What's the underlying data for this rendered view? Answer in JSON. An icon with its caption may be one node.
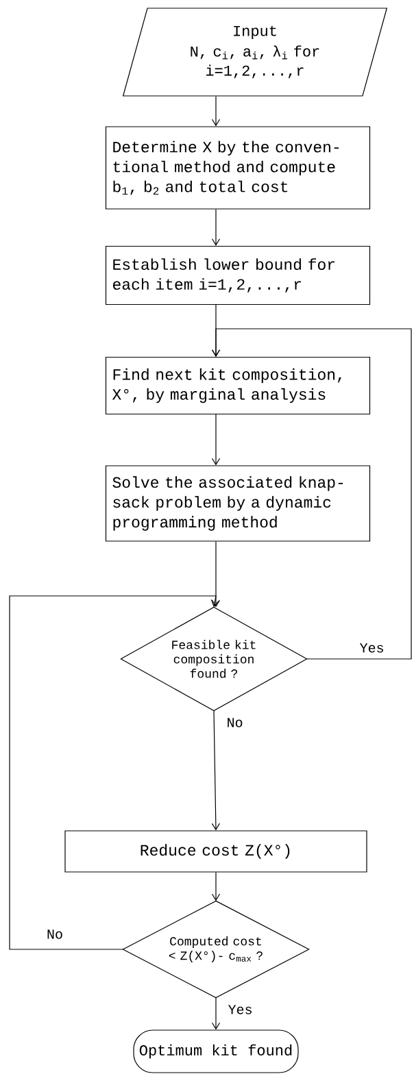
{
  "diagram": {
    "nodes": [
      {
        "text": [
          "Input",
          "N, c$_{i}$, a$_{i}$, λ$_{i}$ for i=1,2,...,r"
        ]
      },
      {
        "text": [
          "Determine X by the conven-tional method and compute b$_{1}$, b$_{2}$ and total cost"
        ]
      },
      {
        "text": [
          "Establish lower bound for each item i=1,2,...,r"
        ]
      },
      {
        "text": [
          "Find next kit composition, X°, by marginal analysis"
        ]
      },
      {
        "text": [
          "Solve the associated knap-sack problem by a dynamic programming method"
        ]
      },
      {
        "text": [
          "Feasible kit composition found ?"
        ]
      },
      {
        "text": [
          "Reduce cost Z(X°)"
        ]
      },
      {
        "text": [
          "Computed cost < Z(X°)- c$_{max}$ ?"
        ]
      },
      {
        "text": [
          "Optimum kit found"
        ]
      }
    ],
    "edges": [
      {
        "from": 0,
        "to": 1,
        "arrow": "to"
      },
      {
        "from": 1,
        "to": 2,
        "arrow": "to"
      },
      {
        "from": 2,
        "to": 3,
        "arrow": "to"
      },
      {
        "from": 3,
        "to": 4,
        "arrow": "to"
      },
      {
        "from": 4,
        "to": 5,
        "arrow": "to"
      },
      {
        "from": 5,
        "to": 6,
        "arrow": "to",
        "label": "No"
      },
      {
        "from": 6,
        "to": 7,
        "arrow": "to"
      },
      {
        "from": 7,
        "to": 8,
        "arrow": "to",
        "label": "Yes"
      },
      {
        "from": 5,
        "to": 3,
        "arrow": "to",
        "label": "Yes"
      },
      {
        "from": 7,
        "to": 5,
        "arrow": "to",
        "label": "No"
      }
    ]
  }
}
